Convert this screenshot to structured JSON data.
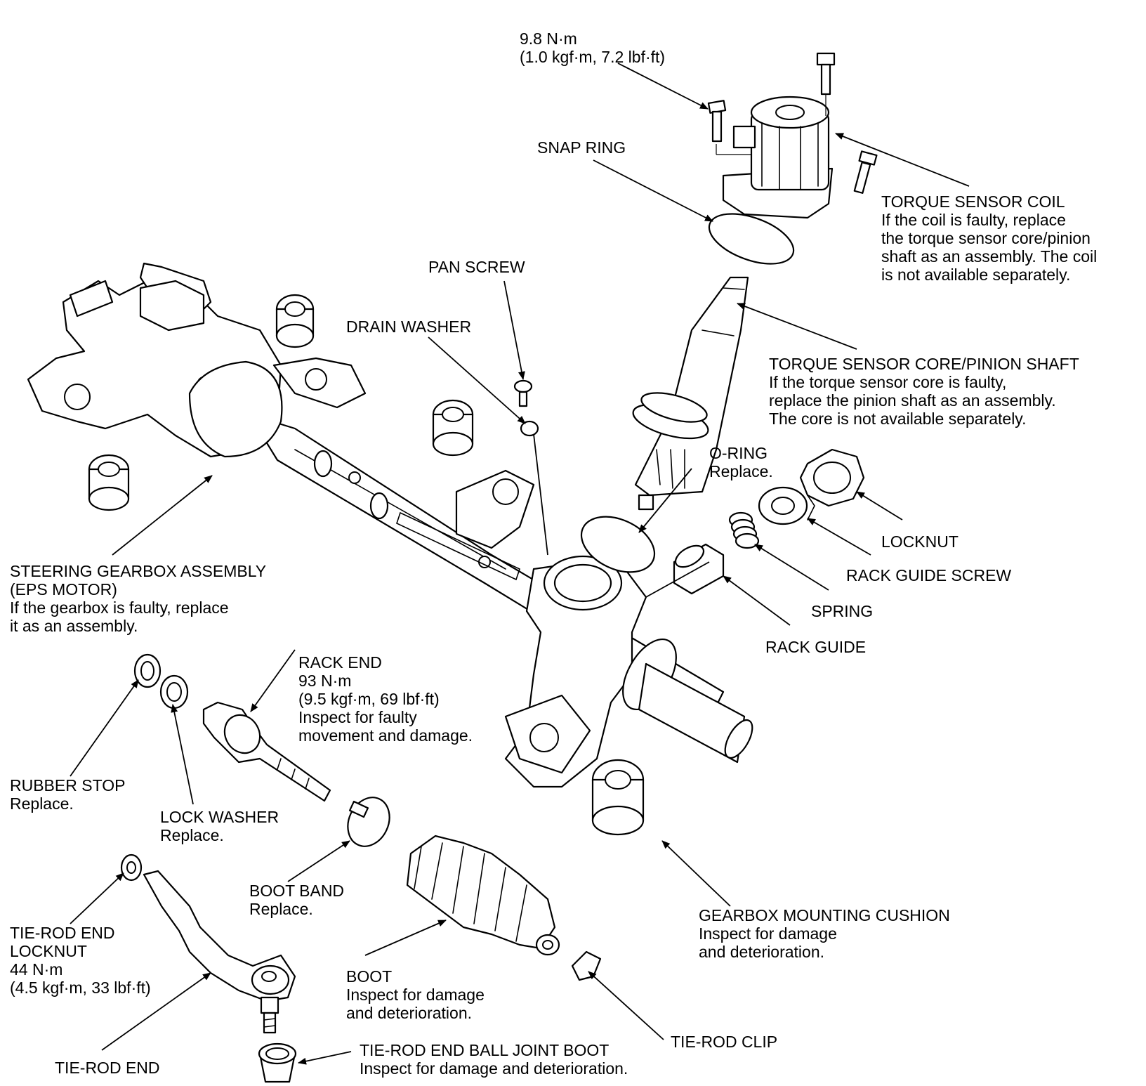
{
  "labels": {
    "top_torque": {
      "l1": "9.8 N·m",
      "l2": "(1.0 kgf·m, 7.2 lbf·ft)"
    },
    "snap_ring": {
      "title": "SNAP RING"
    },
    "torque_sensor_coil": {
      "title": "TORQUE SENSOR COIL",
      "l1": "If the coil is faulty, replace",
      "l2": "the torque sensor core/pinion",
      "l3": "shaft as an assembly. The coil",
      "l4": "is not available separately."
    },
    "pan_screw": {
      "title": "PAN SCREW"
    },
    "drain_washer": {
      "title": "DRAIN WASHER"
    },
    "torque_sensor_core": {
      "title": "TORQUE SENSOR CORE/PINION SHAFT",
      "l1": "If the torque sensor core is faulty,",
      "l2": "replace the pinion shaft as an assembly.",
      "l3": "The core is not available separately."
    },
    "o_ring": {
      "title": "O-RING",
      "note": "Replace."
    },
    "locknut": {
      "title": "LOCKNUT"
    },
    "rack_guide_screw": {
      "title": "RACK GUIDE SCREW"
    },
    "spring": {
      "title": "SPRING"
    },
    "rack_guide": {
      "title": "RACK GUIDE"
    },
    "steering_gearbox": {
      "title": "STEERING GEARBOX ASSEMBLY",
      "l1": "(EPS MOTOR)",
      "l2": "If the gearbox is faulty, replace",
      "l3": "it as an assembly."
    },
    "rack_end": {
      "title": "RACK END",
      "l1": "93 N·m",
      "l2": "(9.5 kgf·m, 69 lbf·ft)",
      "l3": "Inspect for faulty",
      "l4": "movement and damage."
    },
    "rubber_stop": {
      "title": "RUBBER STOP",
      "note": "Replace."
    },
    "lock_washer": {
      "title": "LOCK WASHER",
      "note": "Replace."
    },
    "boot_band": {
      "title": "BOOT BAND",
      "note": "Replace."
    },
    "gearbox_mounting_cushion": {
      "title": "GEARBOX MOUNTING CUSHION",
      "l1": "Inspect for damage",
      "l2": "and deterioration."
    },
    "tie_rod_end_locknut": {
      "title": "TIE-ROD END",
      "l1": "LOCKNUT",
      "l2": "44 N·m",
      "l3": "(4.5 kgf·m, 33 lbf·ft)"
    },
    "boot": {
      "title": "BOOT",
      "l1": "Inspect for damage",
      "l2": "and deterioration."
    },
    "tie_rod_clip": {
      "title": "TIE-ROD CLIP"
    },
    "tie_rod_end": {
      "title": "TIE-ROD END"
    },
    "ball_joint_boot": {
      "title": "TIE-ROD END BALL JOINT BOOT",
      "l1": "Inspect for damage and deterioration."
    }
  }
}
